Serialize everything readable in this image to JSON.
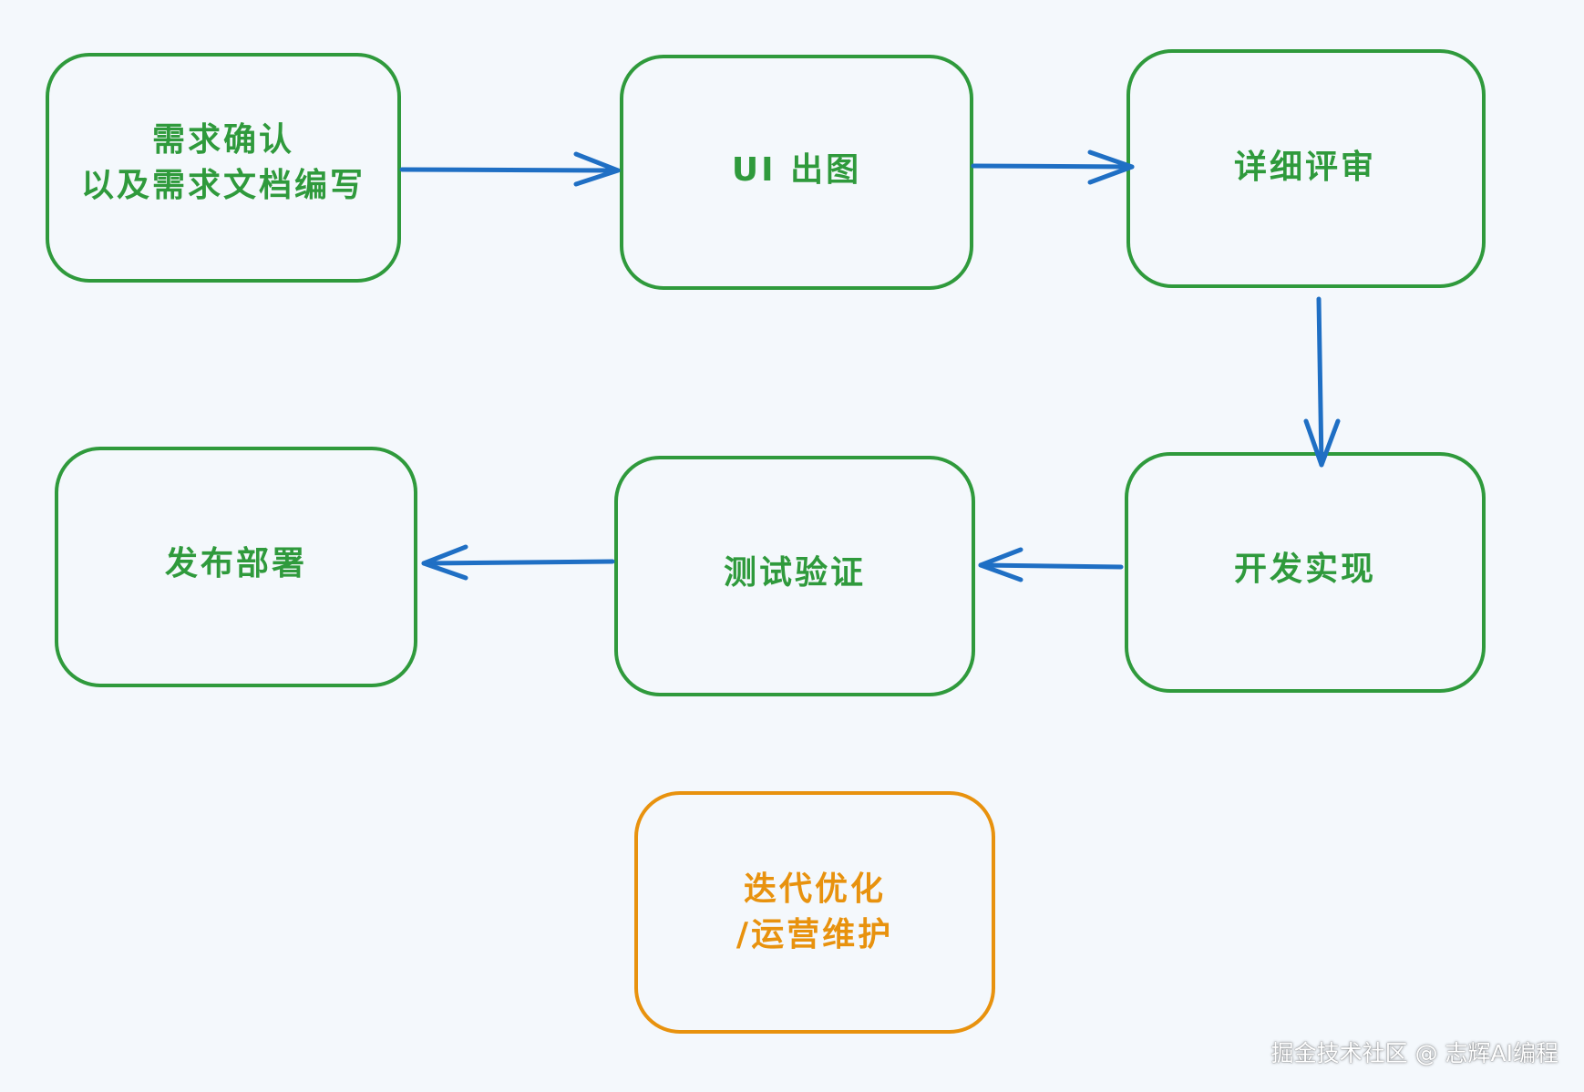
{
  "colors": {
    "background": "#f4f8fc",
    "box_green": "#2f9a3c",
    "box_orange": "#e8920e",
    "arrow_blue": "#1f6fc4"
  },
  "boxes": {
    "requirements": {
      "line1": "需求确认",
      "line2": "以及需求文档编写"
    },
    "ui_design": {
      "text": "UI 出图"
    },
    "review": {
      "text": "详细评审"
    },
    "development": {
      "text": "开发实现"
    },
    "testing": {
      "text": "测试验证"
    },
    "deployment": {
      "text": "发布部署"
    },
    "iteration": {
      "line1": "迭代优化",
      "line2": "/运营维护"
    }
  },
  "watermark": "掘金技术社区 @ 志辉AI编程"
}
